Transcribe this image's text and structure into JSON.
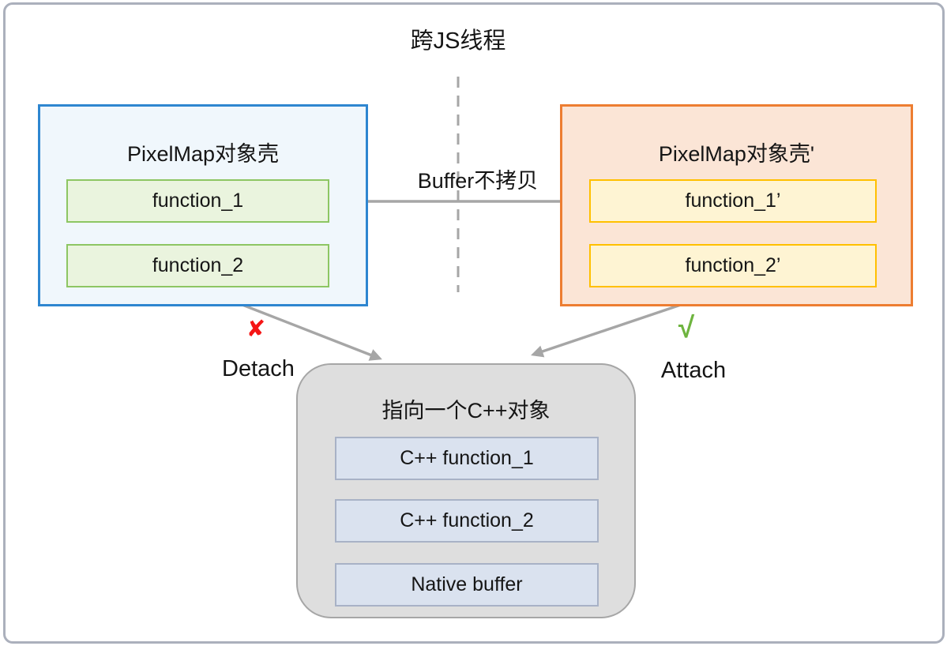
{
  "title": "跨JS线程",
  "left_shell": {
    "title": "PixelMap对象壳",
    "functions": [
      "function_1",
      "function_2"
    ]
  },
  "right_shell": {
    "title": "PixelMap对象壳'",
    "functions": [
      "function_1’",
      "function_2’"
    ]
  },
  "native_object": {
    "title": "指向一个C++对象",
    "items": [
      "C++ function_1",
      "C++ function_2",
      "Native buffer"
    ]
  },
  "buffer_arrow_label": "Buffer不拷贝",
  "detach": {
    "label": "Detach",
    "mark": "✘"
  },
  "attach": {
    "label": "Attach",
    "mark": "√"
  },
  "colors": {
    "left_shell_border": "#2e86d0",
    "left_shell_fill": "#f0f7fc",
    "left_fn_border": "#8dc663",
    "left_fn_fill": "#eaf4de",
    "right_shell_border": "#ed7d31",
    "right_shell_fill": "#fbe5d6",
    "right_fn_border": "#ffc000",
    "right_fn_fill": "#fef4d3",
    "native_box_fill": "#dedede",
    "native_box_border": "#a6a6a6",
    "native_item_fill": "#dae2ef",
    "native_item_border": "#a8b2c6",
    "arrow_gray": "#a6a6a6",
    "detach_mark_red": "#f51515",
    "attach_mark_green": "#6eb43f",
    "outer_frame_border": "#abb0bc"
  }
}
